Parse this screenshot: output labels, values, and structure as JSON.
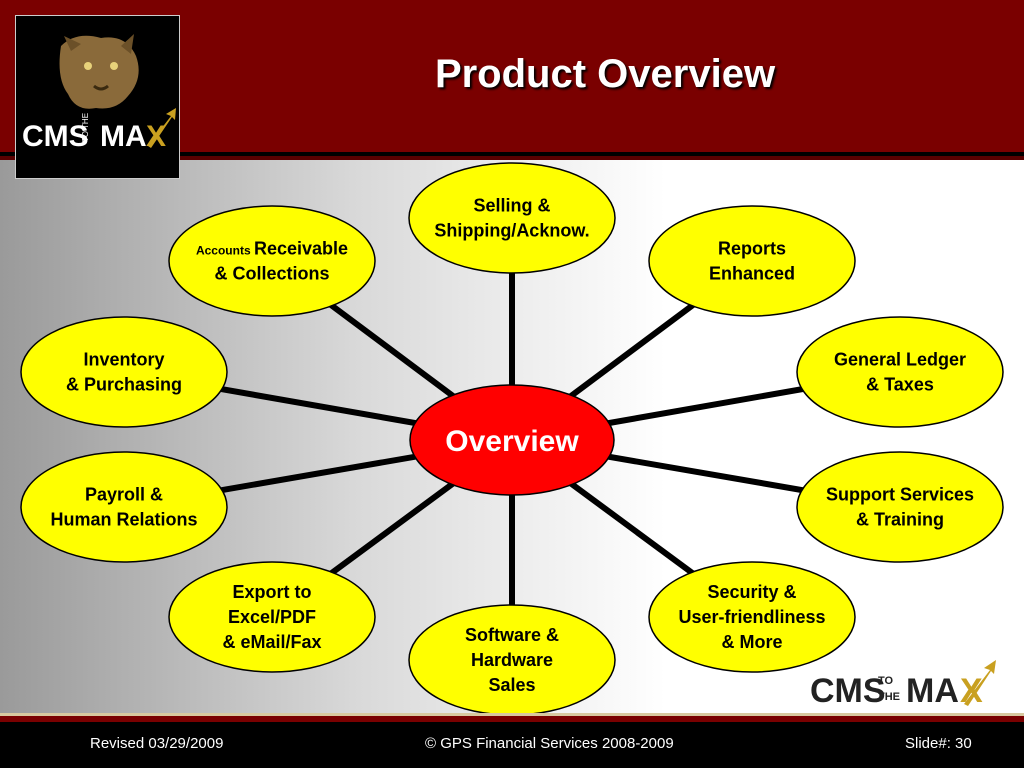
{
  "title": "Product Overview",
  "logo": {
    "text": "CMS TO THE MAX"
  },
  "diagram": {
    "center": "Overview",
    "nodes": [
      {
        "lines": [
          "Selling &",
          "Shipping/Acknow."
        ]
      },
      {
        "lines": [
          "Reports",
          "Enhanced"
        ]
      },
      {
        "lines": [
          "General Ledger",
          "& Taxes"
        ]
      },
      {
        "lines": [
          "Support Services",
          "& Training"
        ]
      },
      {
        "lines": [
          "Security &",
          "User-friendliness",
          "& More"
        ]
      },
      {
        "lines": [
          "Software &",
          "Hardware",
          "Sales"
        ]
      },
      {
        "lines": [
          "Export to",
          "Excel/PDF",
          "& eMail/Fax"
        ]
      },
      {
        "lines": [
          "Payroll &",
          "Human Relations"
        ]
      },
      {
        "lines": [
          "Inventory",
          "& Purchasing"
        ]
      },
      {
        "prefix": "Accounts",
        "lines": [
          "Receivable",
          "& Collections"
        ]
      }
    ]
  },
  "footer": {
    "revised": "Revised 03/29/2009",
    "copyright": "© GPS Financial Services 2008-2009",
    "slide": "Slide#: 30"
  },
  "colors": {
    "header": "#7a0000",
    "node_fill": "#ffff00",
    "center_fill": "#ff0000",
    "connector": "#000000"
  }
}
